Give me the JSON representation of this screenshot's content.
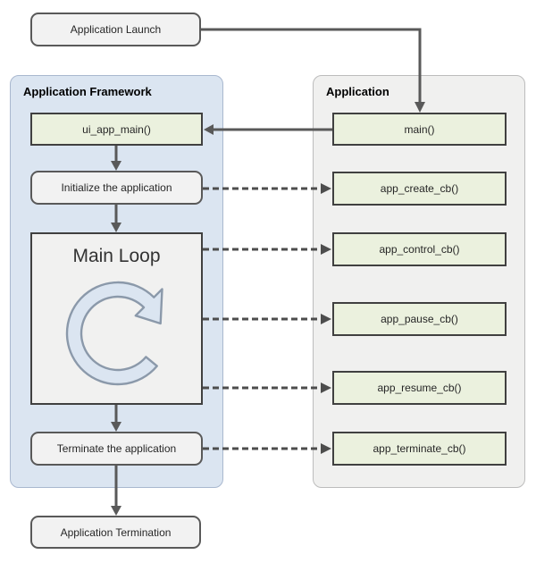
{
  "nodes": {
    "application_launch": "Application Launch",
    "application_termination": "Application Termination"
  },
  "framework_panel": {
    "title": "Application Framework",
    "ui_app_main": "ui_app_main()",
    "initialize": "Initialize the application",
    "main_loop": "Main Loop",
    "terminate": "Terminate the application"
  },
  "application_panel": {
    "title": "Application",
    "main": "main()",
    "callbacks": [
      "app_create_cb()",
      "app_control_cb()",
      "app_pause_cb()",
      "app_resume_cb()",
      "app_terminate_cb()"
    ]
  },
  "icons": {
    "loop": "circular-arrow-clockwise"
  },
  "colors": {
    "framework_panel_bg": "#dbe5f1",
    "framework_panel_border": "#a9b8cf",
    "application_panel_bg": "#f0f0ef",
    "application_panel_border": "#bcbcbc",
    "process_box_bg": "#f2f2f2",
    "process_box_border": "#595959",
    "function_box_bg": "#ebf1de",
    "function_box_border": "#404040",
    "arrow": "#595959",
    "dashed_arrow": "#4d4d4d",
    "loop_icon_fill": "#dbe5f1",
    "loop_icon_stroke": "#8b99aa"
  }
}
